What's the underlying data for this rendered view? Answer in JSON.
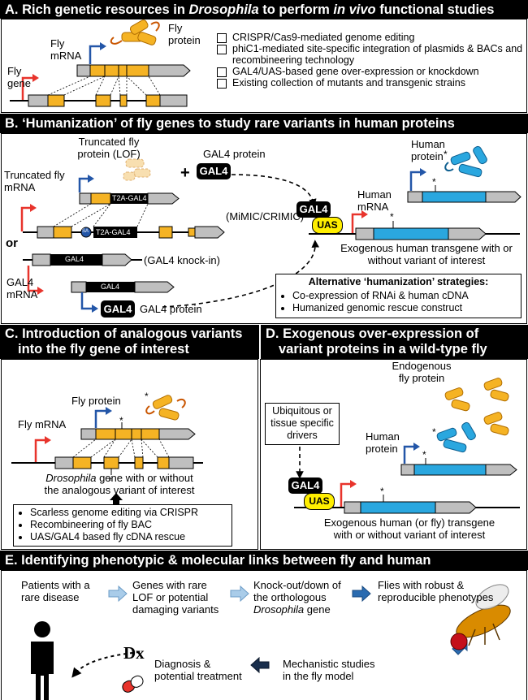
{
  "panel_a": {
    "title_1": "A. Rich genetic resources in ",
    "title_em1": "Drosophila",
    "title_2": " to perform ",
    "title_em2": "in vivo",
    "title_3": " functional studies",
    "fly_gene": "Fly gene",
    "fly_mrna": "Fly mRNA",
    "fly_protein": "Fly protein",
    "checklist": [
      "CRISPR/Cas9-mediated genome editing",
      "phiC1-mediated site-specific integration of plasmids & BACs and recombineering technology",
      "GAL4/UAS-based gene over-expression or knockdown",
      "Existing collection of mutants and transgenic strains"
    ]
  },
  "panel_b": {
    "title": "B. ‘Humanization’ of fly genes to study rare variants in human proteins",
    "truncated_protein": "Truncated fly protein (LOF)",
    "gal4_protein_label": "GAL4 protein",
    "gal4": "GAL4",
    "plus": "+",
    "truncated_mrna": "Truncated fly mRNA",
    "t2a_gal4": "T2A-GAL4",
    "sa": "SA",
    "mimic": "(MiMIC/CRIMIC)",
    "or": "or",
    "gal4_knockin": "(GAL4 knock-in)",
    "gal4_mrna": "GAL4 mRNA",
    "uas": "UAS",
    "human_mrna": "Human mRNA",
    "human_protein": "Human protein",
    "transgene_caption": "Exogenous human transgene with or without variant of interest",
    "alt_title": "Alternative ‘humanization’ strategies:",
    "alt_items": [
      "Co-expression of RNAi & human cDNA",
      "Humanized genomic rescue construct"
    ]
  },
  "panel_c": {
    "title_1": "C. Introduction of analogous variants",
    "title_2": "into the fly gene of interest",
    "fly_protein": "Fly protein",
    "fly_mrna": "Fly mRNA",
    "caption_em": "Drosophila",
    "caption_rest": " gene with or without",
    "caption_2": "the analogous variant of interest",
    "methods": [
      "Scarless genome editing via CRISPR",
      "Recombineering of fly BAC",
      "UAS/GAL4 based fly cDNA rescue"
    ]
  },
  "panel_d": {
    "title_1": "D. Exogenous over-expression of",
    "title_2": "variant proteins in a wild-type fly",
    "endogenous": "Endogenous fly protein",
    "drivers": "Ubiquitous or tissue specific drivers",
    "human_protein": "Human protein",
    "gal4": "GAL4",
    "uas": "UAS",
    "caption_1": "Exogenous human (or fly) transgene",
    "caption_2": "with or without variant of interest"
  },
  "panel_e": {
    "title": "E. Identifying phenotypic & molecular links between fly and human",
    "step1": "Patients with a rare disease",
    "step2": "Genes with rare LOF or potential damaging variants",
    "step3_1": "Knock-out/down of the orthologous",
    "step3_em": "Drosophila",
    "step3_2": " gene",
    "step4": "Flies with robust & reproducible phenotypes",
    "step5": "Mechanistic studies in the fly model",
    "step6": "Diagnosis & potential treatment",
    "dx": "Dx"
  },
  "colors": {
    "fly_exon": "#f5b324",
    "human_exon": "#2aa7df",
    "promoter": "#e8342c",
    "start_arrow": "#2356a8",
    "utr": "#bfbfbf",
    "uas_yellow": "#ffee00",
    "arrow_light": "#a9cce9",
    "arrow_dark": "#2a6bb0"
  }
}
